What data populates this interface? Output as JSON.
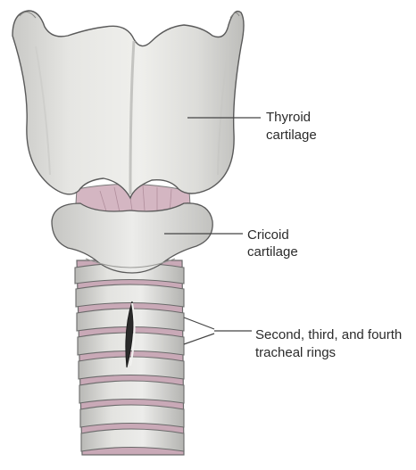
{
  "labels": {
    "thyroid_line1": "Thyroid",
    "thyroid_line2": "cartilage",
    "cricoid_line1": "Cricoid",
    "cricoid_line2": "cartilage",
    "rings_line1": "Second, third, and fourth",
    "rings_line2": "tracheal rings"
  },
  "credit": "",
  "colors": {
    "cartilage_light": "#ebebe9",
    "cartilage_mid": "#d6d6d4",
    "cartilage_shadow": "#b9b9b6",
    "membrane_pink": "#c9a9b7",
    "outline": "#5a5a5a",
    "incision_dark": "#2a2a2a",
    "leader_line": "#444444"
  }
}
